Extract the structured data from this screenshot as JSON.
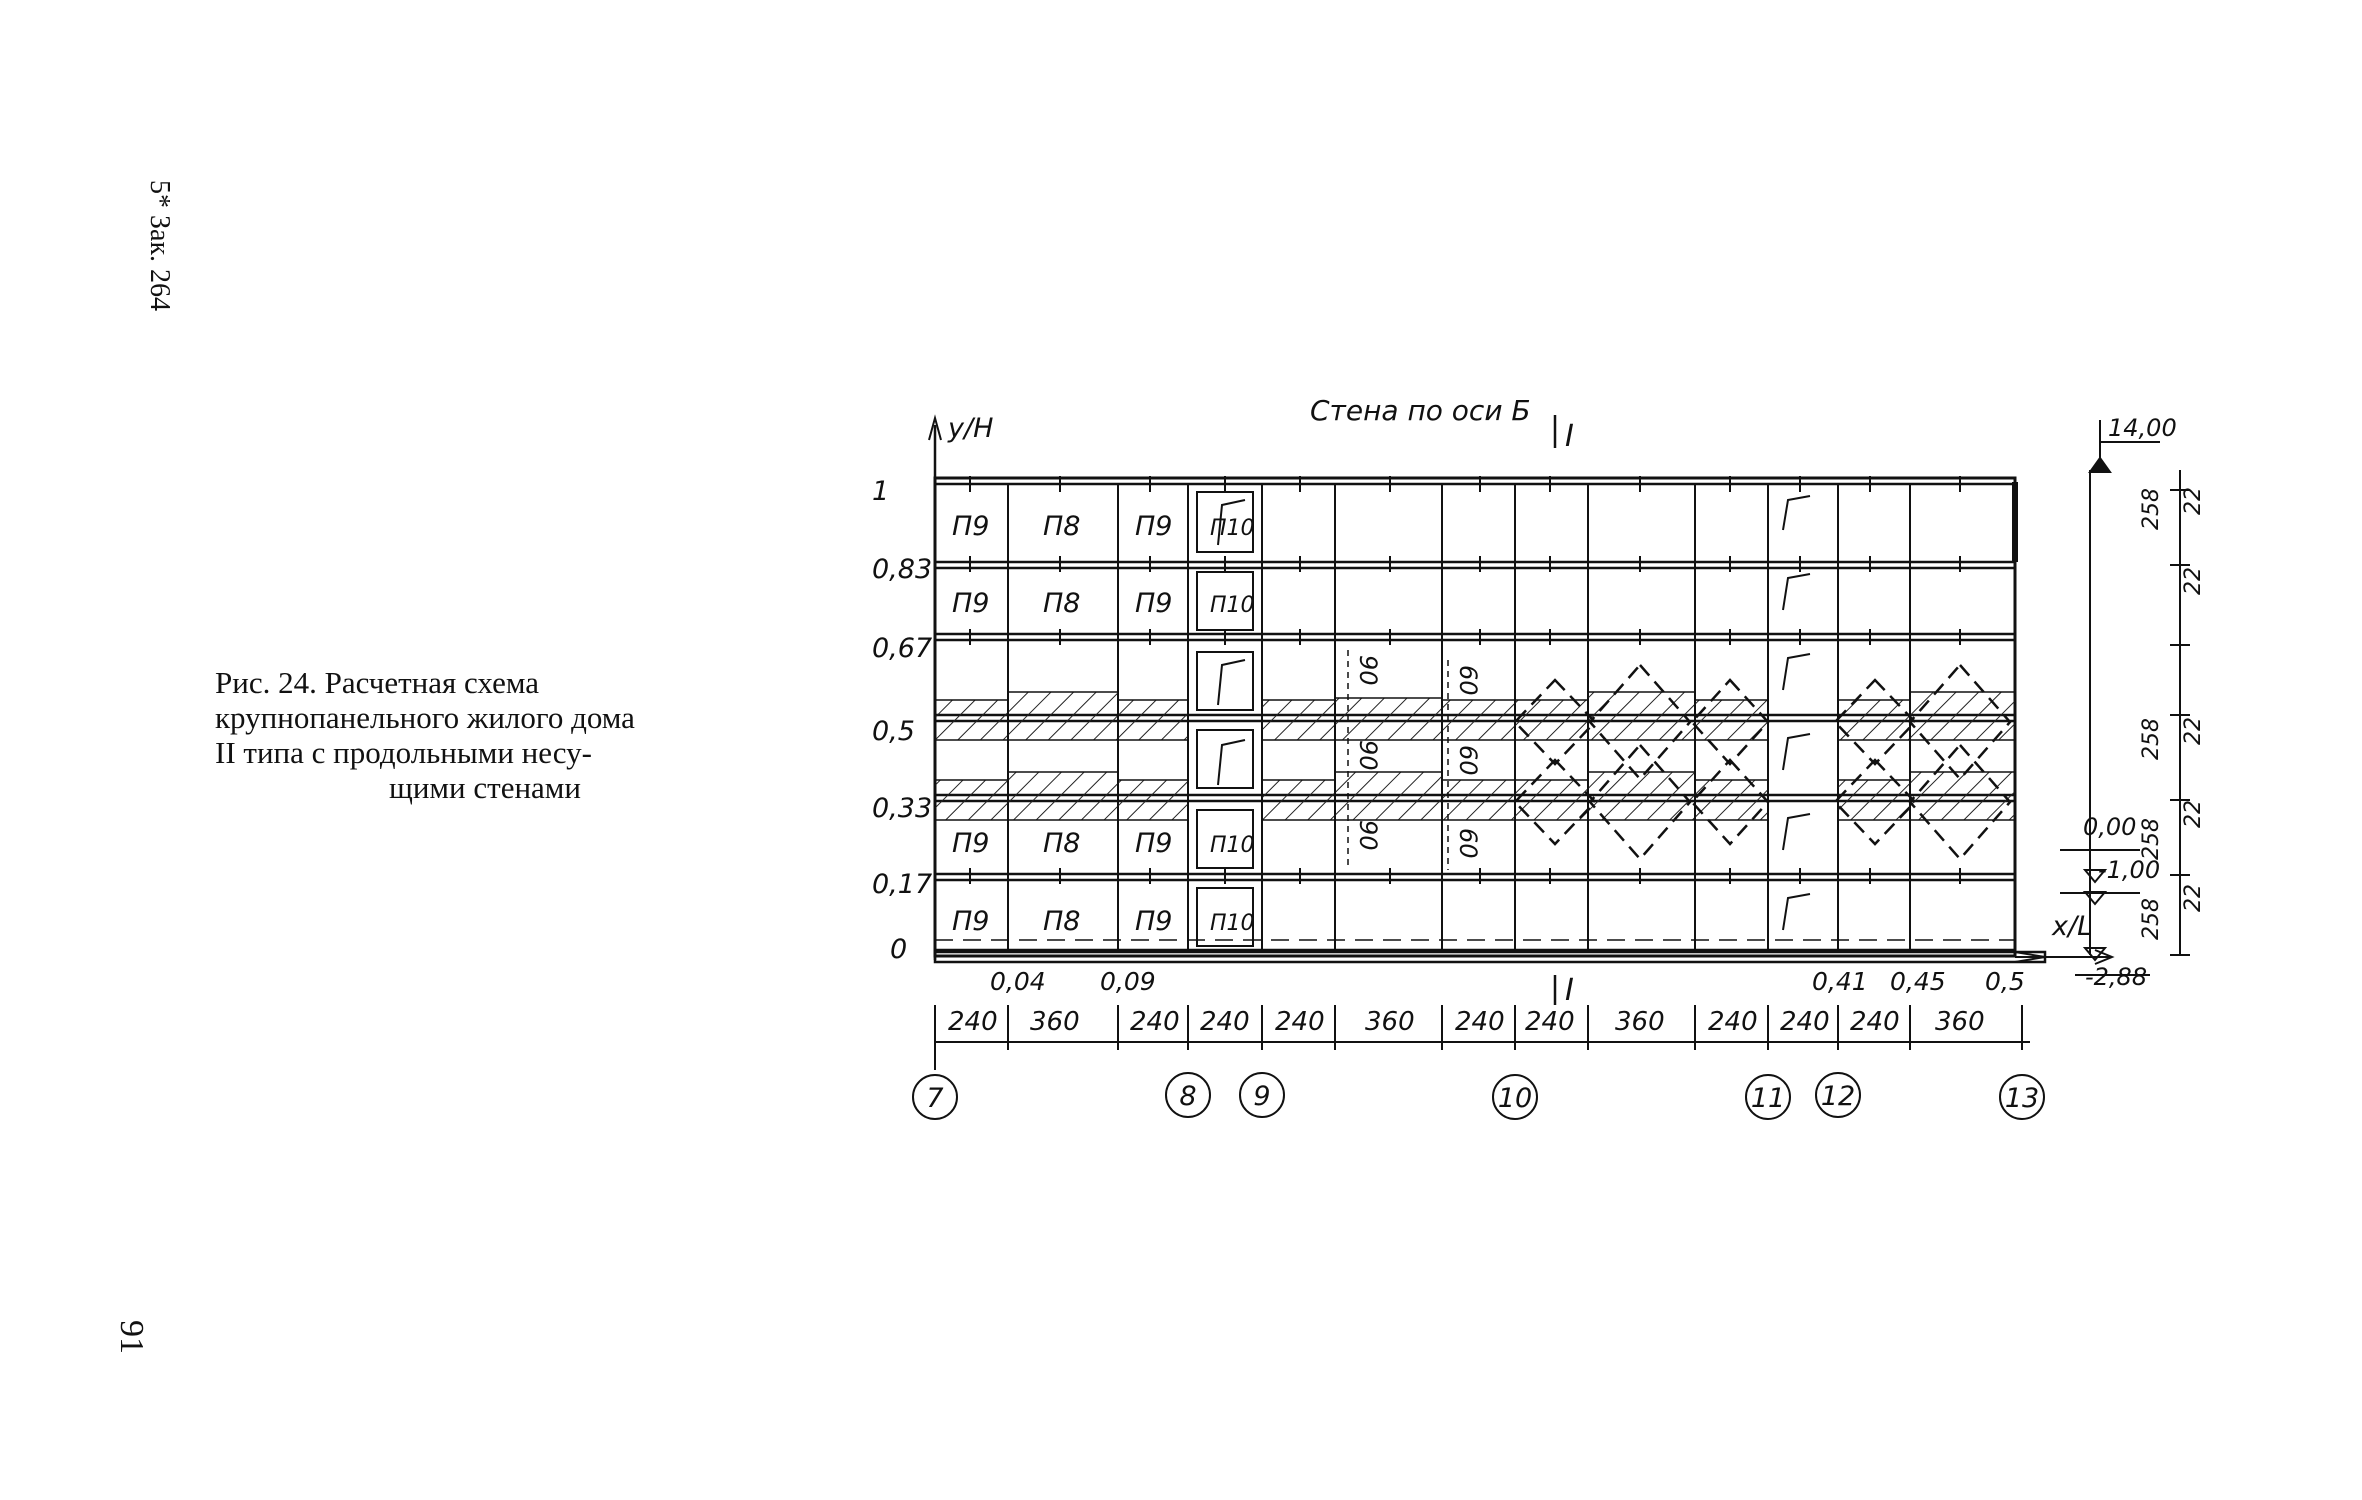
{
  "side_note": "5* Зак. 264",
  "page_number": "91",
  "caption": {
    "lines": [
      "Рис. 24. Расчетная схема",
      "крупнопанельного жилого дома",
      "II типа с продольными несу-",
      "щими стенами"
    ]
  },
  "drawing": {
    "title": "Стена по оси Б",
    "section_mark": "I",
    "y_axis_label": "y/H",
    "x_axis_label": "x/L",
    "y_ticks": [
      "1",
      "0,83",
      "0,67",
      "0,5",
      "0,33",
      "0,17",
      "0"
    ],
    "x_fractions": [
      "0,04",
      "0,09",
      "0,41",
      "0,45",
      "0,5"
    ],
    "bay_dimensions": [
      "240",
      "360",
      "240",
      "240",
      "240",
      "360",
      "240",
      "240",
      "360",
      "240",
      "240",
      "240",
      "360"
    ],
    "axis_markers": [
      "7",
      "8",
      "9",
      "10",
      "11",
      "12",
      "13"
    ],
    "panels": {
      "row_top": [
        "П9",
        "П8",
        "П9",
        "П10"
      ],
      "row_second": [
        "П9",
        "П8",
        "П9",
        "П10"
      ],
      "row_fifth": [
        "П9",
        "П8",
        "П9",
        "П10"
      ],
      "row_bottom": [
        "П9",
        "П8",
        "П9",
        "П10"
      ]
    },
    "opening_dims": [
      "90",
      "90",
      "90",
      "60",
      "60",
      "60"
    ],
    "elevations": [
      "14,00",
      "0,00",
      "-1,00",
      "-2,88"
    ],
    "right_dims": [
      "258",
      "22",
      "22",
      "258",
      "22",
      "258",
      "22",
      "258",
      "22"
    ]
  }
}
